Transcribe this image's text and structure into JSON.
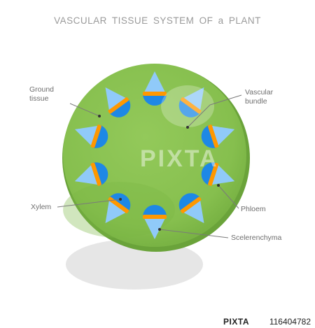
{
  "title": "VASCULAR  TISSUE SYSTEM  OF a PLANT",
  "labels": {
    "ground_tissue": "Ground\ntissue",
    "vascular_bundle": "Vascular\nbundle",
    "xylem": "Xylem",
    "phloem": "Phloem",
    "sclerenchyma": "Scelerenchyma"
  },
  "watermark": "PIXTA",
  "footer": {
    "logo": "PIXTA",
    "image_id": "116404782"
  },
  "colors": {
    "ground": "#8bc34a",
    "ground_edge": "#6aa33a",
    "xylem": "#1e88e5",
    "phloem": "#90caf9",
    "cambium": "#ff9800",
    "shadow": "#e6e6e6",
    "label": "#6e6e6e"
  }
}
